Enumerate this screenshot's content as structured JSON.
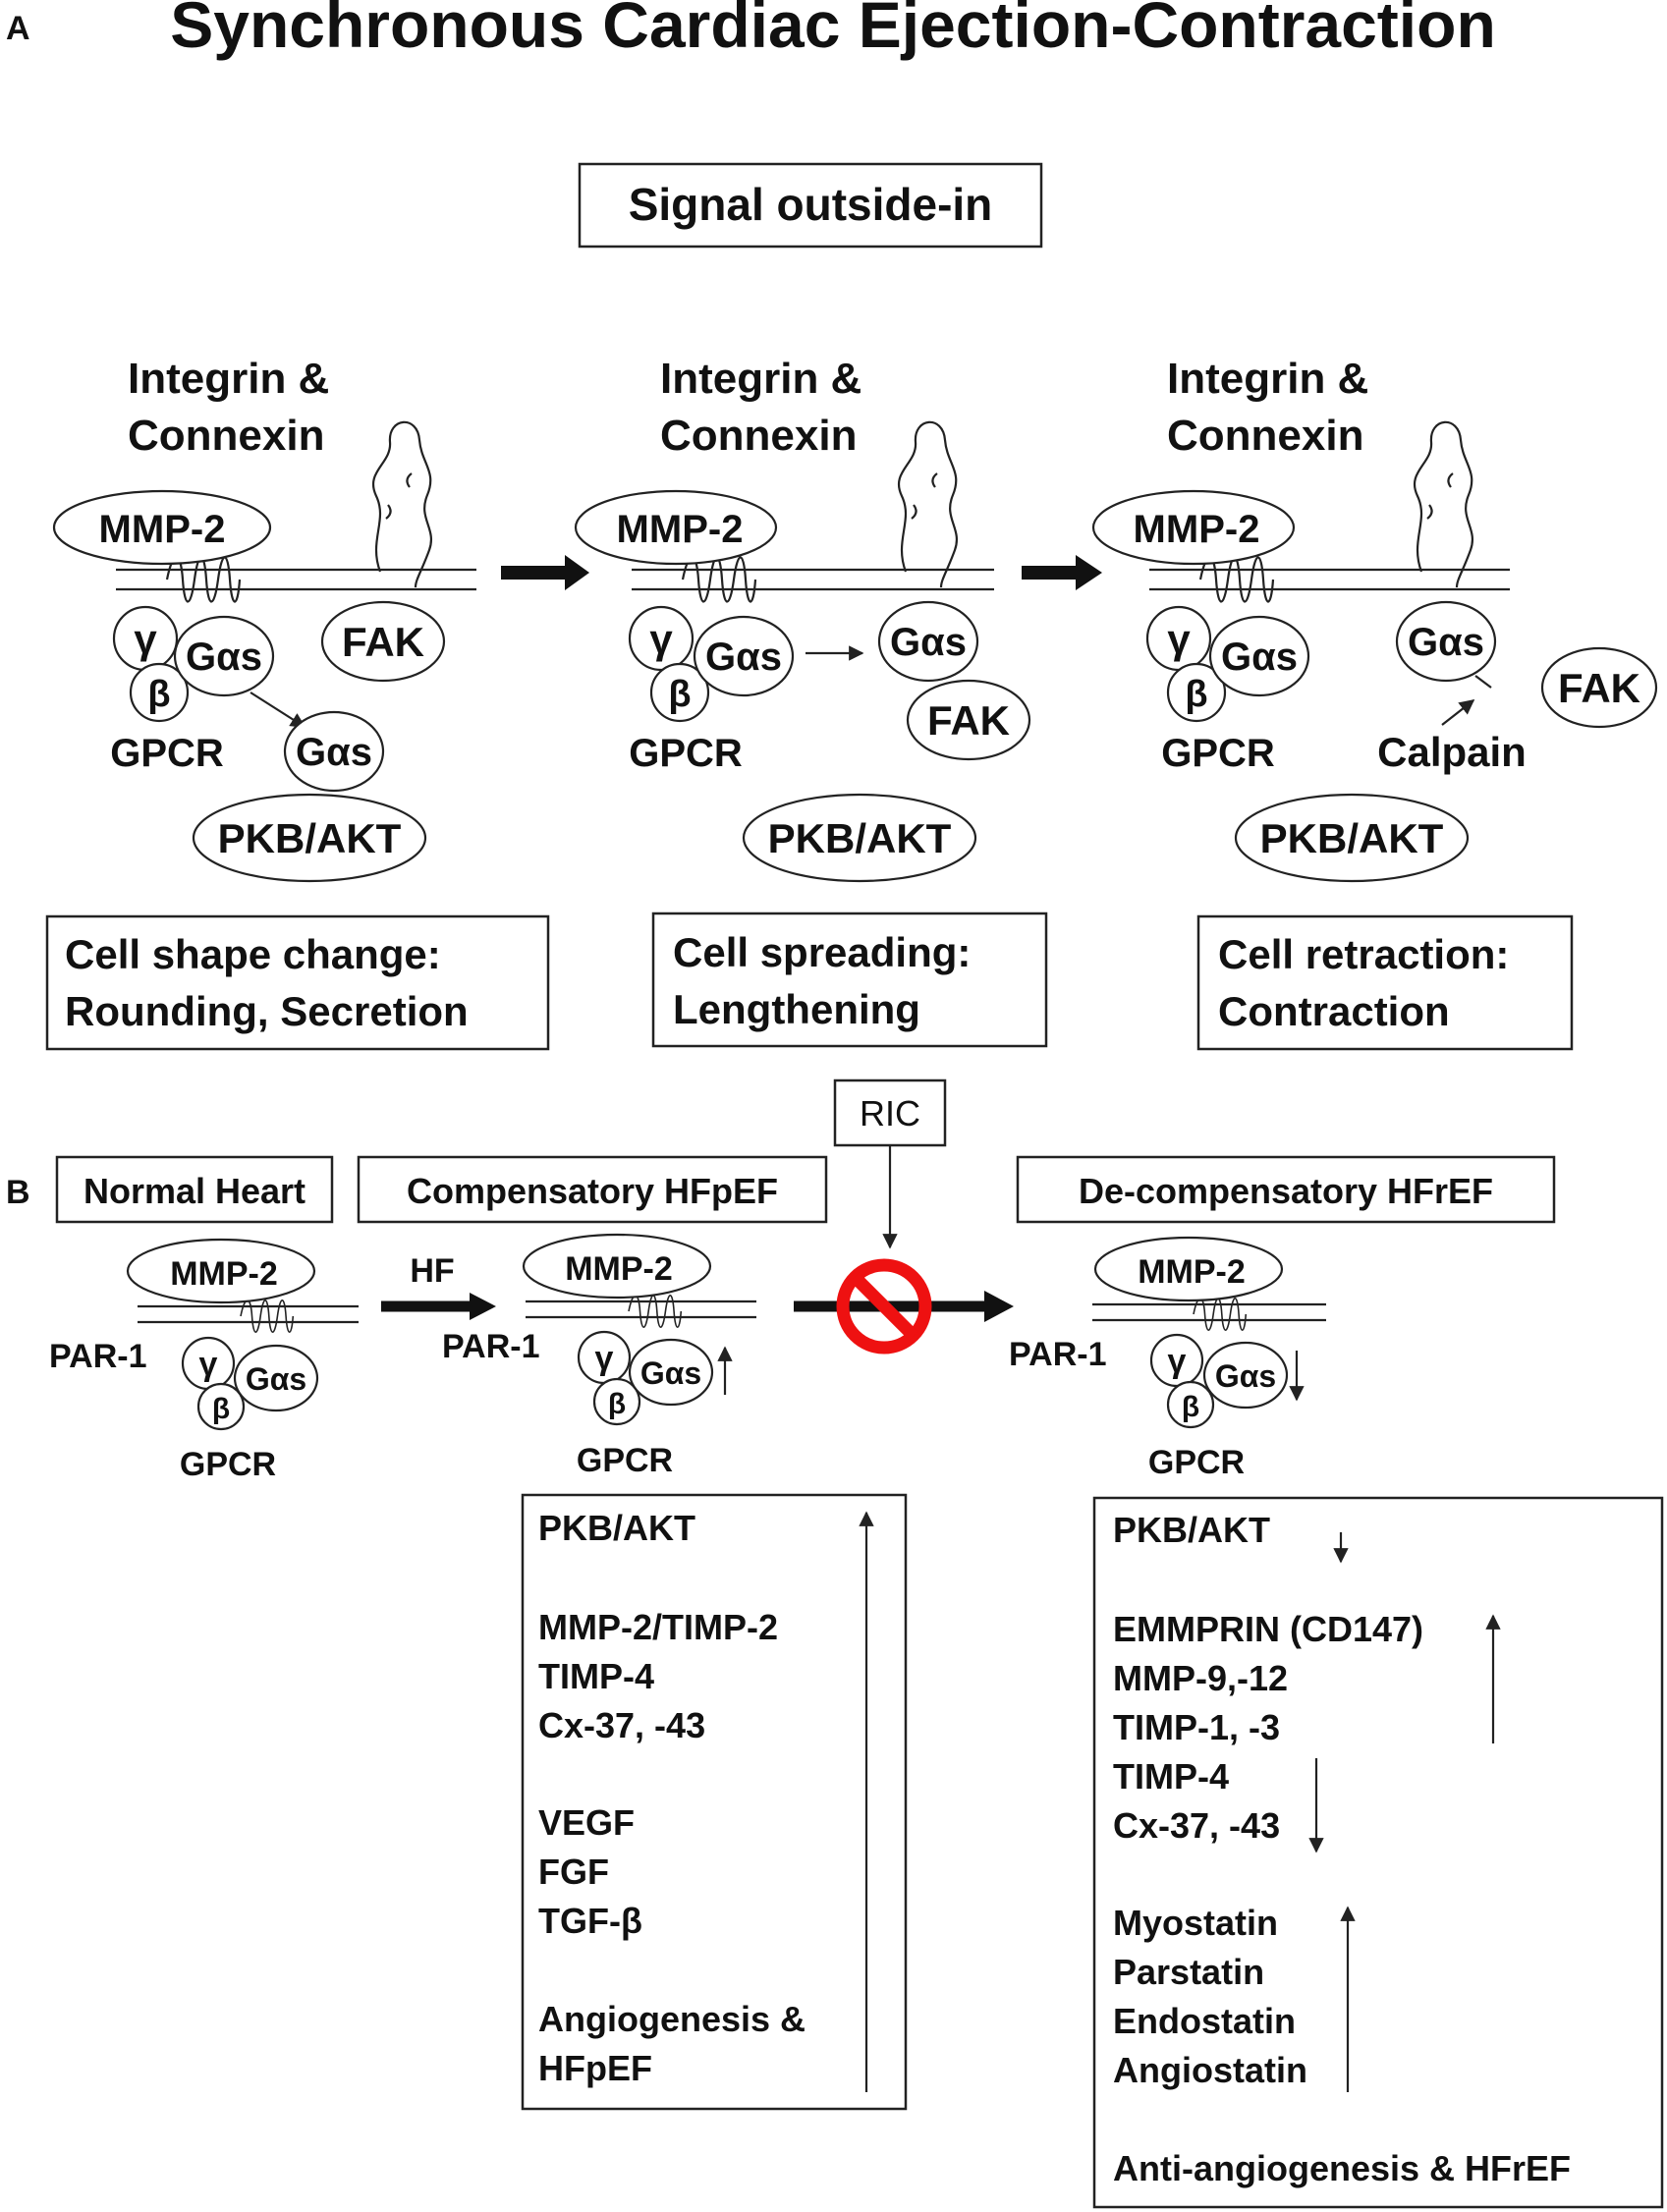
{
  "panel_a": {
    "label": "A",
    "title": "Synchronous Cardiac Ejection-Contraction",
    "signal_box": "Signal outside-in",
    "stages": [
      {
        "receptor": [
          "Integrin &",
          "Connexin"
        ],
        "mmp": "MMP-2",
        "gamma": "γ",
        "beta": "β",
        "gas": "Gαs",
        "gpcr": "GPCR",
        "fak": "FAK",
        "gas2": "Gαs",
        "pkb": "PKB/AKT",
        "outcome": [
          "Cell shape change:",
          "Rounding, Secretion"
        ]
      },
      {
        "receptor": [
          "Integrin &",
          "Connexin"
        ],
        "mmp": "MMP-2",
        "gamma": "γ",
        "beta": "β",
        "gas": "Gαs",
        "gpcr": "GPCR",
        "gas2": "Gαs",
        "fak": "FAK",
        "pkb": "PKB/AKT",
        "outcome": [
          "Cell spreading:",
          "Lengthening"
        ]
      },
      {
        "receptor": [
          "Integrin &",
          "Connexin"
        ],
        "mmp": "MMP-2",
        "gamma": "γ",
        "beta": "β",
        "gas": "Gαs",
        "gpcr": "GPCR",
        "gas2": "Gαs",
        "calpain": "Calpain",
        "fak": "FAK",
        "pkb": "PKB/AKT",
        "outcome": [
          "Cell retraction:",
          "Contraction"
        ]
      }
    ]
  },
  "panel_b": {
    "label": "B",
    "ric": "RIC",
    "hf_arrow": "HF",
    "states": [
      {
        "title": "Normal Heart",
        "mmp": "MMP-2",
        "par": "PAR-1",
        "gamma": "γ",
        "beta": "β",
        "gas": "Gαs",
        "gpcr": "GPCR"
      },
      {
        "title": "Compensatory HFpEF",
        "mmp": "MMP-2",
        "par": "PAR-1",
        "gamma": "γ",
        "beta": "β",
        "gas": "Gαs",
        "gpcr": "GPCR"
      },
      {
        "title": "De-compensatory HFrEF",
        "mmp": "MMP-2",
        "par": "PAR-1",
        "gamma": "γ",
        "beta": "β",
        "gas": "Gαs",
        "gpcr": "GPCR"
      }
    ],
    "hfpef_list": [
      "PKB/AKT",
      "MMP-2/TIMP-2",
      "TIMP-4",
      "Cx-37, -43",
      "VEGF",
      "FGF",
      "TGF-β",
      "Angiogenesis &",
      "HFpEF"
    ],
    "hfref_list": [
      "PKB/AKT",
      "EMMPRIN (CD147)",
      "MMP-9,-12",
      "TIMP-1, -3",
      "TIMP-4",
      "Cx-37, -43",
      "Myostatin",
      "Parstatin",
      "Endostatin",
      "Angiostatin",
      "Anti-angiogenesis & HFrEF"
    ]
  }
}
